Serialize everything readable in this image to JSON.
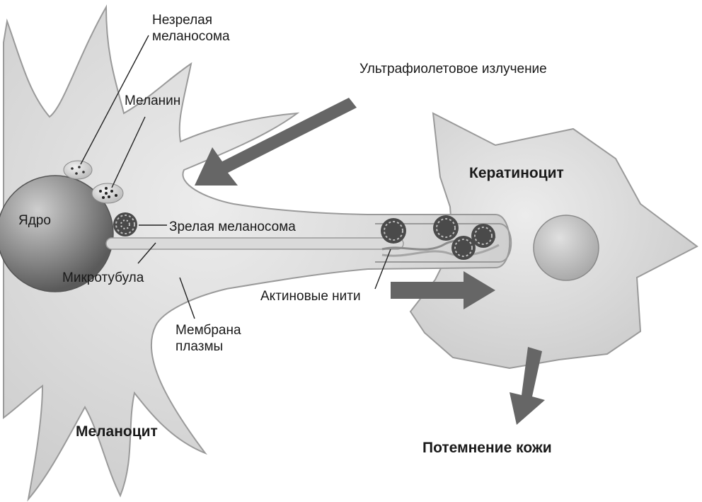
{
  "labels": {
    "immature_melanosome": "Незрелая\nмеланосома",
    "uv": "Ультрафиолетовое излучение",
    "melanin": "Меланин",
    "keratinocyte": "Кератиноцит",
    "nucleus": "Ядро",
    "mature_melanosome": "Зрелая меланосома",
    "microtubule": "Микротубула",
    "actin": "Актиновые нити",
    "membrane": "Мембрана\nплазмы",
    "melanocyte": "Меланоцит",
    "darkening": "Потемнение кожи"
  }
}
